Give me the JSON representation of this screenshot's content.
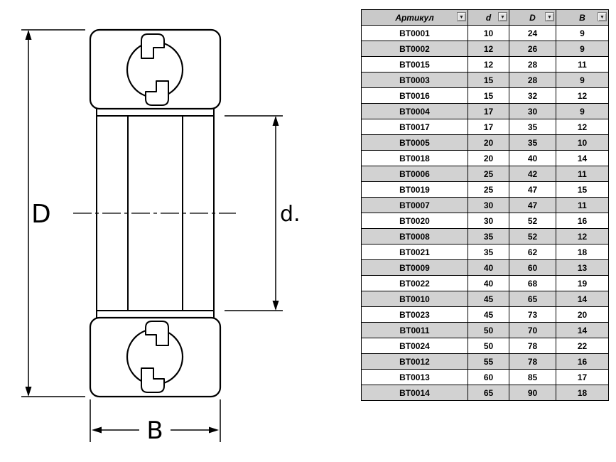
{
  "diagram": {
    "labels": {
      "outer_diameter": "D",
      "bore_diameter": "d.",
      "width": "B"
    }
  },
  "table": {
    "filter_icon": "▼",
    "columns": [
      {
        "label": "Артикул"
      },
      {
        "label": "d"
      },
      {
        "label": "D"
      },
      {
        "label": "B"
      }
    ],
    "rows": [
      [
        "BT0001",
        10,
        24,
        9
      ],
      [
        "BT0002",
        12,
        26,
        9
      ],
      [
        "BT0015",
        12,
        28,
        11
      ],
      [
        "BT0003",
        15,
        28,
        9
      ],
      [
        "BT0016",
        15,
        32,
        12
      ],
      [
        "BT0004",
        17,
        30,
        9
      ],
      [
        "BT0017",
        17,
        35,
        12
      ],
      [
        "BT0005",
        20,
        35,
        10
      ],
      [
        "BT0018",
        20,
        40,
        14
      ],
      [
        "BT0006",
        25,
        42,
        11
      ],
      [
        "BT0019",
        25,
        47,
        15
      ],
      [
        "BT0007",
        30,
        47,
        11
      ],
      [
        "BT0020",
        30,
        52,
        16
      ],
      [
        "BT0008",
        35,
        52,
        12
      ],
      [
        "BT0021",
        35,
        62,
        18
      ],
      [
        "BT0009",
        40,
        60,
        13
      ],
      [
        "BT0022",
        40,
        68,
        19
      ],
      [
        "BT0010",
        45,
        65,
        14
      ],
      [
        "BT0023",
        45,
        73,
        20
      ],
      [
        "BT0011",
        50,
        70,
        14
      ],
      [
        "BT0024",
        50,
        78,
        22
      ],
      [
        "BT0012",
        55,
        78,
        16
      ],
      [
        "BT0013",
        60,
        85,
        17
      ],
      [
        "BT0014",
        65,
        90,
        18
      ]
    ]
  },
  "colors": {
    "header_bg": "#c9c9c9",
    "row_bg": "#ffffff",
    "row_alt_bg": "#d2d2d2",
    "line": "#000000"
  }
}
